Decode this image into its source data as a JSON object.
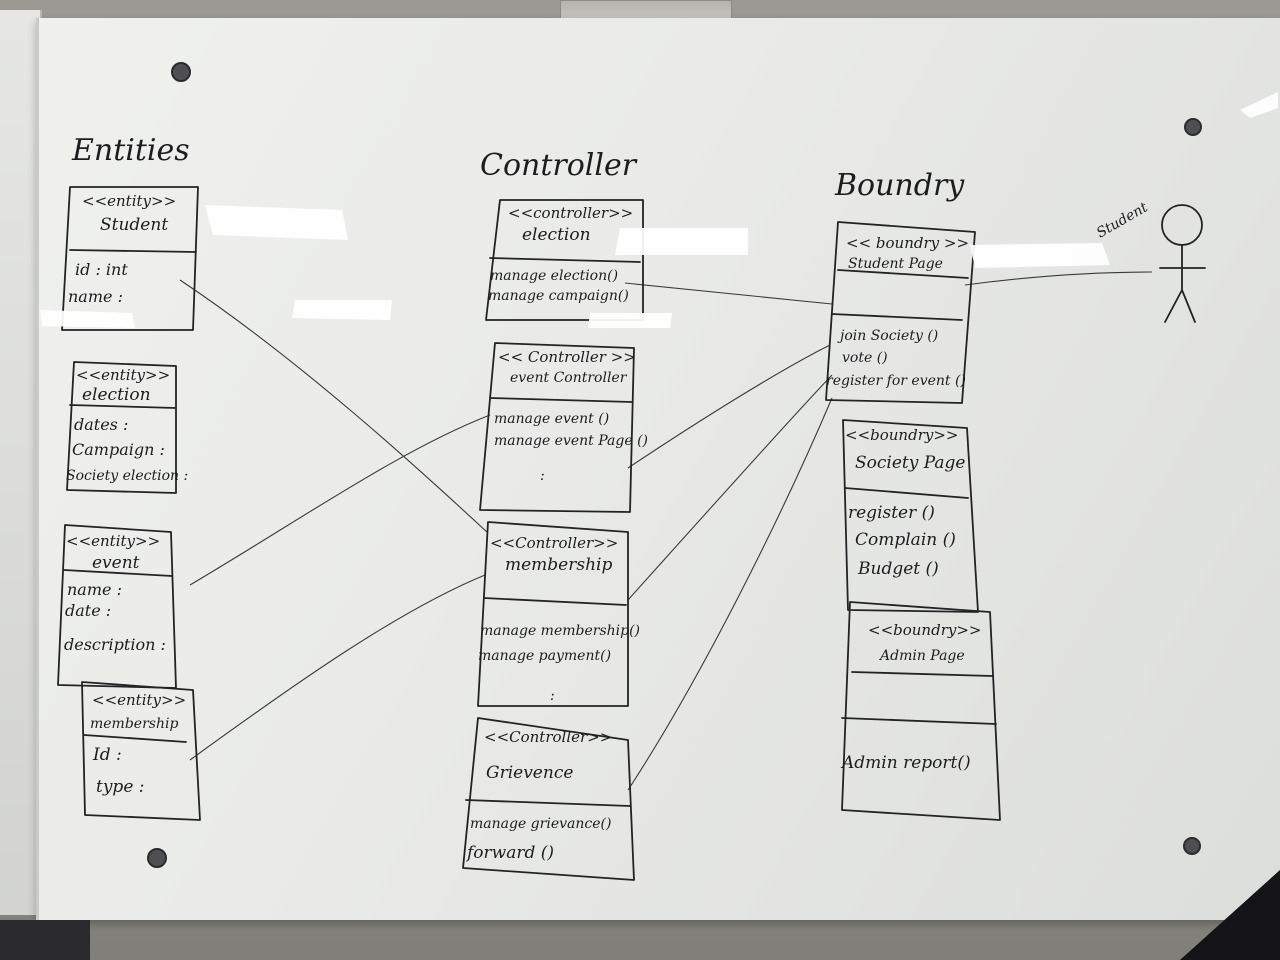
{
  "headings": {
    "entities": "Entities",
    "controller": "Controller",
    "boundary": "Boundry"
  },
  "actor": {
    "label": "Student"
  },
  "entities": [
    {
      "stereotype": "<<entity>>",
      "name": "Student",
      "attributes": [
        "id : int",
        "name :"
      ]
    },
    {
      "stereotype": "<<entity>>",
      "name": "election",
      "attributes": [
        "dates :",
        "Campaign :",
        "Society election :"
      ]
    },
    {
      "stereotype": "<<entity>>",
      "name": "event",
      "attributes": [
        "name :",
        "date :",
        "description :"
      ]
    },
    {
      "stereotype": "<<entity>>",
      "name": "membership",
      "attributes": [
        "Id :",
        "type :"
      ]
    }
  ],
  "controllers": [
    {
      "stereotype": "<<controller>>",
      "name": "election",
      "methods": [
        "manage election()",
        "manage campaign()"
      ]
    },
    {
      "stereotype": "<< Controller >>",
      "name": "event Controller",
      "methods": [
        "manage event ()",
        "manage event Page ()",
        ":"
      ]
    },
    {
      "stereotype": "<<Controller>>",
      "name": "membership",
      "methods": [
        "manage membership()",
        "manage payment()",
        ":"
      ]
    },
    {
      "stereotype": "<<Controller>>",
      "name": "Grievence",
      "methods": [
        "manage grievance()",
        "forward ()"
      ]
    }
  ],
  "boundaries": [
    {
      "stereotype": "<< boundry >>",
      "name": "Student Page",
      "methods": [
        "join Society ()",
        "vote ()",
        "register for event ()"
      ]
    },
    {
      "stereotype": "<<boundry>>",
      "name": "Society Page",
      "methods": [
        "register ()",
        "Complain ()",
        "Budget ()"
      ]
    },
    {
      "stereotype": "<<boundry>>",
      "name": "Admin Page",
      "methods": [
        "Admin report()"
      ]
    }
  ]
}
